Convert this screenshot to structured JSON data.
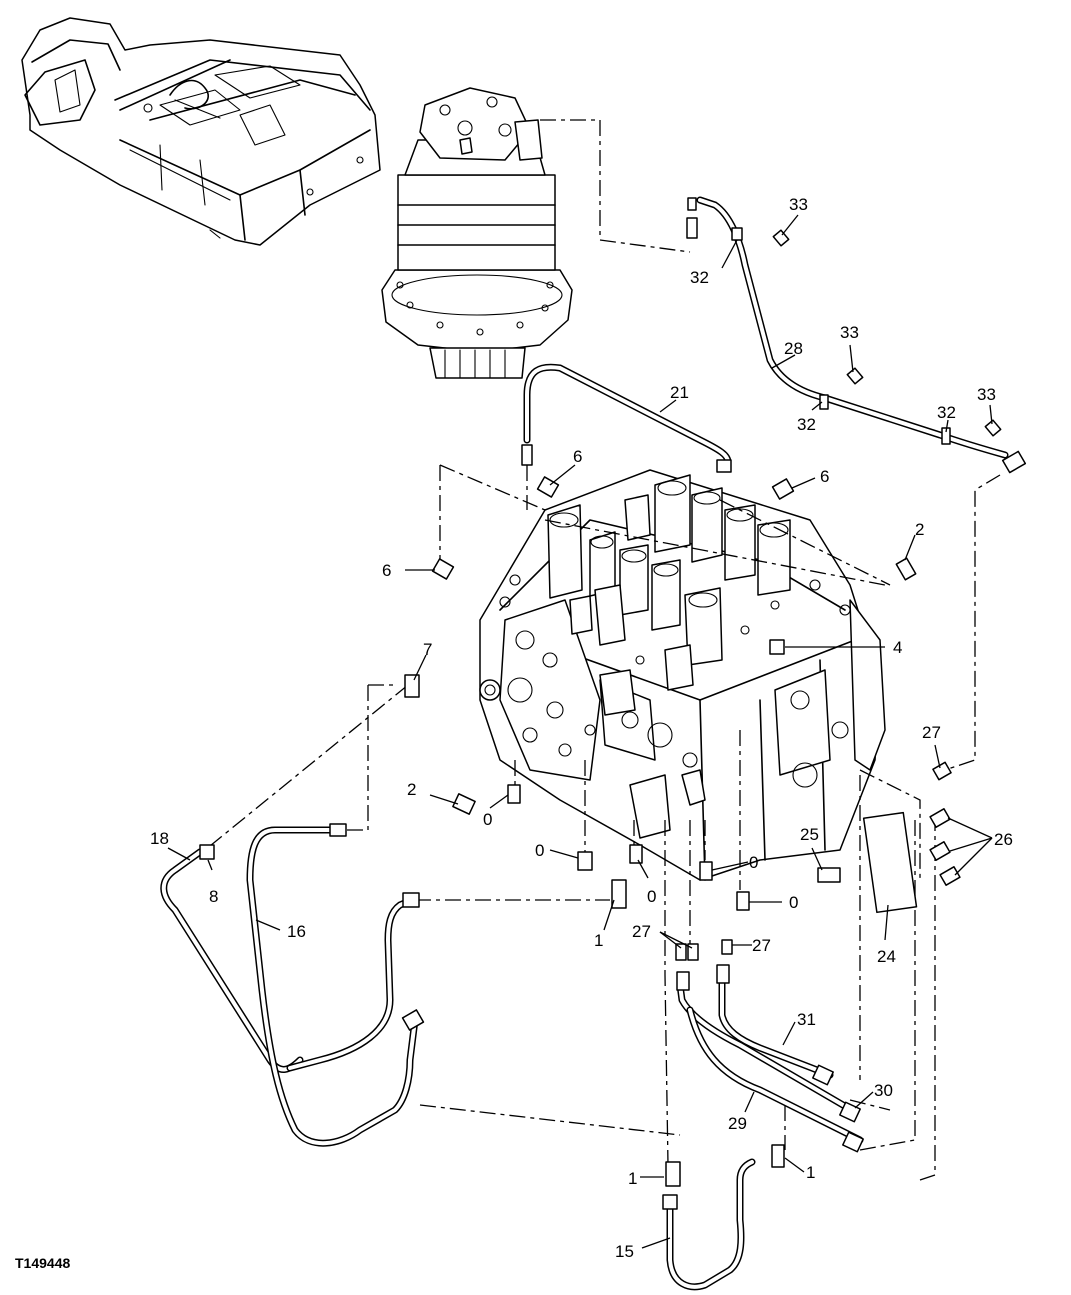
{
  "figure_id": "T149448",
  "callouts": {
    "c33a": "33",
    "c32a": "32",
    "c28": "28",
    "c33b": "33",
    "c32b": "32",
    "c32c": "32",
    "c33c": "33",
    "c21": "21",
    "c6a": "6",
    "c6b": "6",
    "c6c": "6",
    "c2a": "2",
    "c4": "4",
    "c7": "7",
    "c27a": "27",
    "c2b": "2",
    "c0a": "0",
    "c25": "25",
    "c26": "26",
    "c18": "18",
    "c0b": "0",
    "c0c": "0",
    "c0d": "0",
    "c8": "8",
    "c0e": "0",
    "c16": "16",
    "c1a": "1",
    "c27b": "27",
    "c27c": "27",
    "c24": "24",
    "c31": "31",
    "c30": "30",
    "c29": "29",
    "c1b": "1",
    "c1c": "1",
    "c15": "15"
  }
}
